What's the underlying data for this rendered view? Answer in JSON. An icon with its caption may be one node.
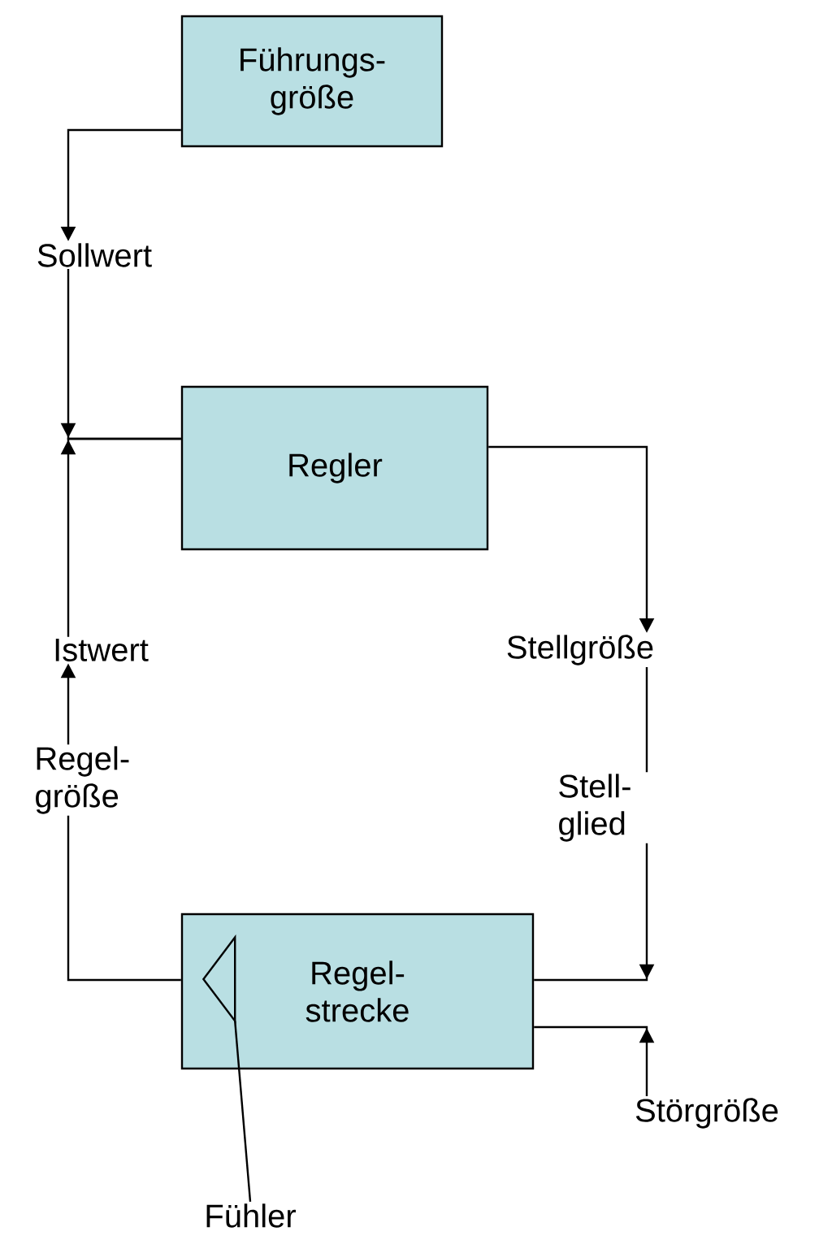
{
  "diagram": {
    "nodes": [
      {
        "text": [
          "Führungs- größe"
        ]
      },
      {
        "text": [
          "Sollwert"
        ]
      },
      {
        "text": [
          "Regler"
        ]
      },
      {
        "text": [
          "Istwert"
        ]
      },
      {
        "text": [
          "Stellgröße"
        ]
      },
      {
        "text": [
          "Regel- strecke"
        ]
      },
      {
        "text": [],
        "shape": "triangle",
        "in": 5
      },
      {
        "text": [
          "Störgröße"
        ]
      },
      {
        "text": [
          "Fühler"
        ]
      }
    ],
    "edges": [
      {
        "from": 0,
        "to": 1,
        "arrow": "to"
      },
      {
        "from": 1,
        "to": 2,
        "arrow": "to"
      },
      {
        "from": 3,
        "to": 2,
        "arrow": "to"
      },
      {
        "from": 2,
        "to": 4,
        "arrow": "to"
      },
      {
        "from": 4,
        "to": 5,
        "arrow": "to",
        "label": "Stell- glied"
      },
      {
        "from": 7,
        "to": 5,
        "arrow": "to"
      },
      {
        "from": 5,
        "to": 3,
        "arrow": "to",
        "label": "Regel- größe"
      },
      {
        "from": 8,
        "to": 6,
        "arrow": "none"
      }
    ]
  }
}
